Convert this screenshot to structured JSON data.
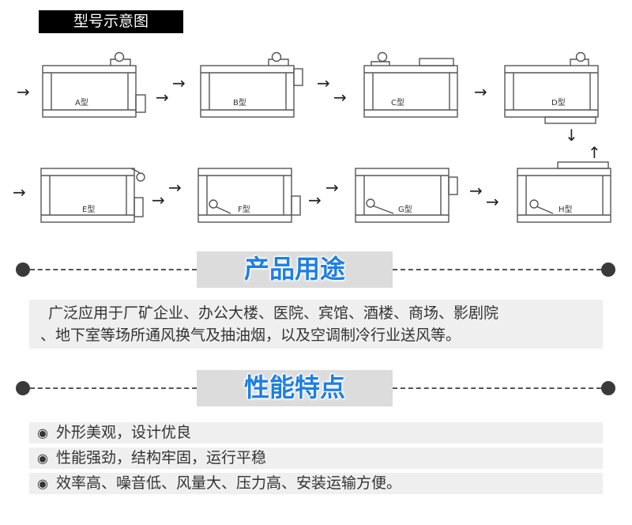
{
  "header": {
    "title": "型号示意图"
  },
  "diagram": {
    "types": [
      {
        "label": "A型"
      },
      {
        "label": "B型"
      },
      {
        "label": "C型"
      },
      {
        "label": "D型"
      },
      {
        "label": "E型"
      },
      {
        "label": "F型"
      },
      {
        "label": "G型"
      },
      {
        "label": "H型"
      }
    ],
    "arrow_glyph": "→",
    "down_glyph": "↓",
    "up_glyph": "↑"
  },
  "usage": {
    "heading": "产品用途",
    "lines": [
      "广泛应用于厂矿企业、办公大楼、医院、宾馆、酒楼、商场、影剧院",
      "、地下室等场所通风换气及抽油烟，以及空调制冷行业送风等。"
    ]
  },
  "features": {
    "heading": "性能特点",
    "bullet": "◉",
    "items": [
      "外形美观，设计优良",
      "性能强劲，结构牢固，运行平稳",
      "效率高、噪音低、风量大、压力高、安装运输方便。"
    ]
  },
  "colors": {
    "accent": "#1e7fe0",
    "frame": "#555555",
    "section_bg": "#efefef",
    "title_bg": "#000000"
  }
}
